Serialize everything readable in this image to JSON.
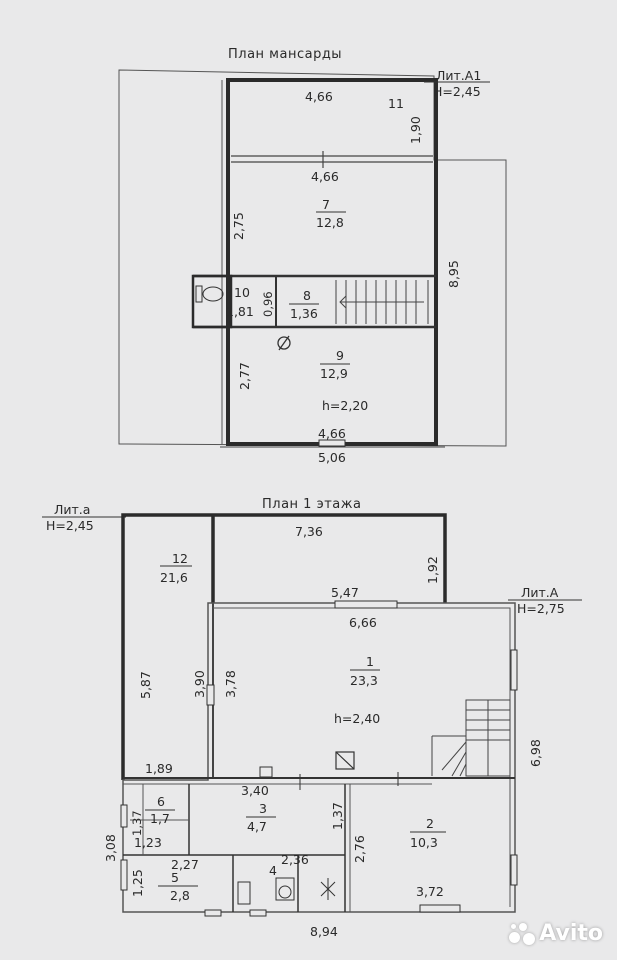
{
  "attic": {
    "title": "План мансарды",
    "lit_label": "Лит.А1",
    "height_label": "Н=2,45",
    "dims": {
      "top_width": "4,66",
      "room11_depth": "1,90",
      "mid_width": "4,66",
      "room7_depth": "2,75",
      "right_length": "8,95",
      "room10_width": "0,96",
      "room9_depth": "2,77",
      "bottom_inner": "4,66",
      "bottom_outer": "5,06"
    },
    "rooms": [
      {
        "number": "11",
        "area": ""
      },
      {
        "number": "7",
        "area": "12,8"
      },
      {
        "number": "10",
        "area": "1,81"
      },
      {
        "number": "8",
        "area": "1,36"
      },
      {
        "number": "9",
        "area": "12,9"
      }
    ],
    "ceiling": "h=2,20"
  },
  "floor1": {
    "title": "План 1 этажа",
    "lit_a_small_label": "Лит.а",
    "lit_a_small_height": "Н=2,45",
    "lit_a_label": "Лит.А",
    "lit_a_height": "Н=2,75",
    "dims": {
      "top_width": "7,36",
      "right_top": "1,92",
      "inner_top": "5,47",
      "main_width": "6,66",
      "left_height": "5,87",
      "inner_left_a": "3,90",
      "inner_left_b": "3,78",
      "right_height": "6,98",
      "small_width": "1,89",
      "room3_width": "3,40",
      "room6_h": "1,37",
      "room6_w": "1,23",
      "room3_h": "1,37",
      "room2_h": "2,76",
      "left_bottom": "3,08",
      "room5_w": "2,27",
      "room5_h": "1,25",
      "room4_w": "2,36",
      "room2_w": "3,72",
      "bottom_total": "8,94"
    },
    "rooms": [
      {
        "number": "12",
        "area": "21,6"
      },
      {
        "number": "1",
        "area": "23,3"
      },
      {
        "number": "6",
        "area": "1,7"
      },
      {
        "number": "3",
        "area": "4,7"
      },
      {
        "number": "2",
        "area": "10,3"
      },
      {
        "number": "5",
        "area": "2,8"
      },
      {
        "number": "4",
        "area": ""
      }
    ],
    "ceiling": "h=2,40"
  },
  "watermark": "Avito"
}
